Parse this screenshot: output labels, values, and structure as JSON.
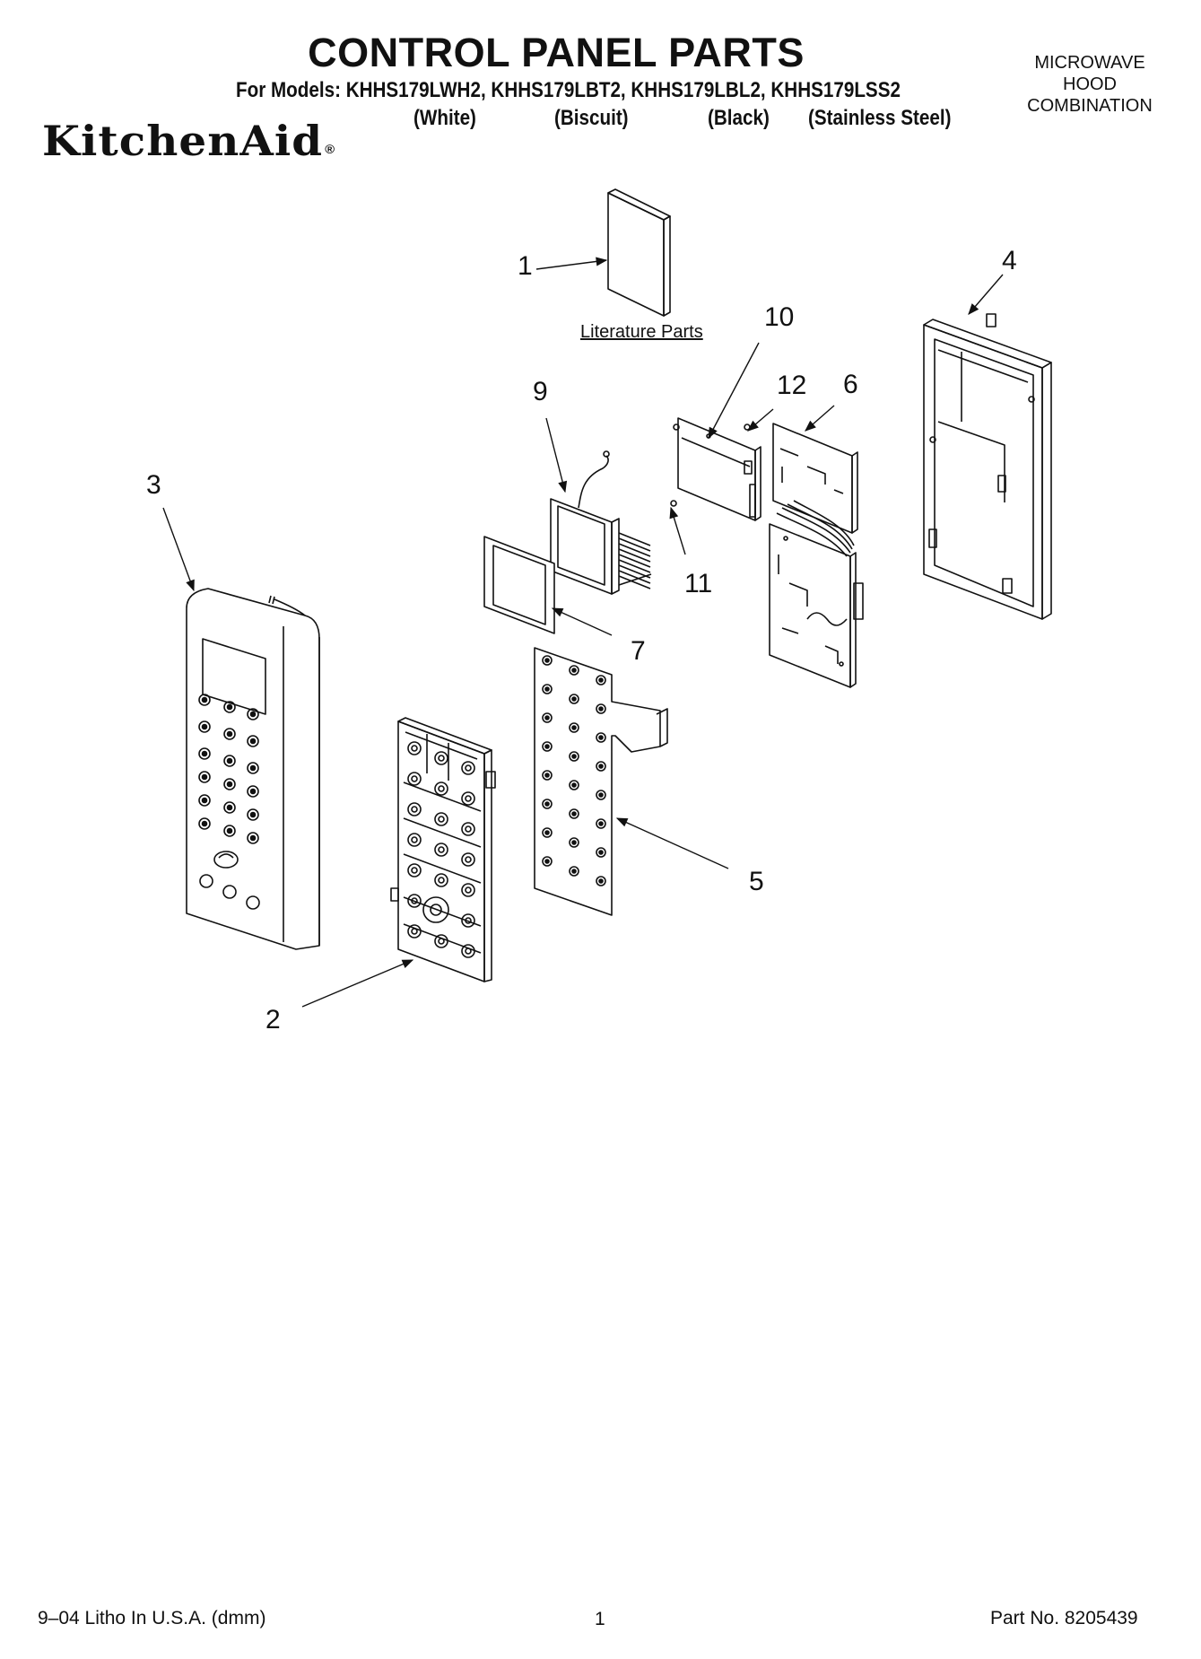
{
  "header": {
    "title": "CONTROL PANEL PARTS",
    "models": "For Models: KHHS179LWH2, KHHS179LBT2, KHHS179LBL2, KHHS179LSS2",
    "finishes": [
      "(White)",
      "(Biscuit)",
      "(Black)",
      "(Stainless Steel)"
    ],
    "product_type": [
      "MICROWAVE",
      "HOOD",
      "COMBINATION"
    ],
    "brand": "KitchenAid",
    "brand_mark": "®"
  },
  "diagram": {
    "literature_label": "Literature Parts",
    "callouts": [
      "1",
      "2",
      "3",
      "4",
      "5",
      "6",
      "7",
      "9",
      "10",
      "11",
      "12"
    ]
  },
  "footer": {
    "left": "9–04 Litho In U.S.A. (dmm)",
    "page": "1",
    "part_no": "Part No. 8205439"
  }
}
